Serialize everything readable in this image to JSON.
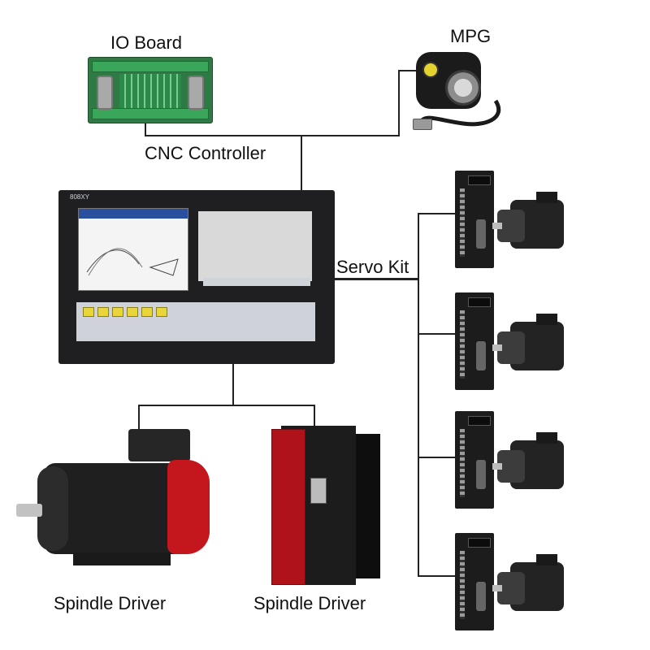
{
  "labels": {
    "io_board": "IO Board",
    "mpg": "MPG",
    "cnc_controller": "CNC Controller",
    "servo_kit": "Servo Kit",
    "spindle_driver_left": "Spindle Driver",
    "spindle_driver_right": "Spindle Driver"
  },
  "controller": {
    "model": "808XY"
  },
  "colors": {
    "wire": "#222222",
    "pcb": "#2f7a44",
    "accent_red": "#c4161d",
    "panel_dark": "#1f1f22",
    "key_yellow": "#e8d53a"
  }
}
